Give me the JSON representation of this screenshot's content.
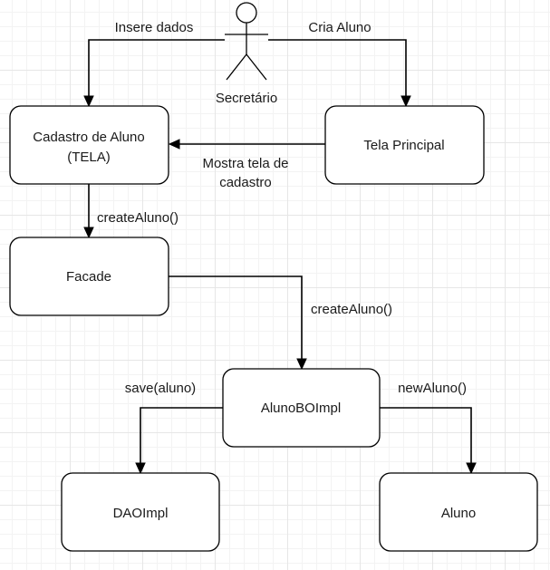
{
  "diagram": {
    "actor": {
      "name": "Secretário"
    },
    "nodes": {
      "cadastro": {
        "line1": "Cadastro de Aluno",
        "line2": "(TELA)"
      },
      "tela_principal": {
        "label": "Tela Principal"
      },
      "facade": {
        "label": "Facade"
      },
      "alunoboimpl": {
        "label": "AlunoBOImpl"
      },
      "daoimpl": {
        "label": "DAOImpl"
      },
      "aluno": {
        "label": "Aluno"
      }
    },
    "edges": {
      "insere_dados": "Insere dados",
      "cria_aluno": "Cria Aluno",
      "mostra_tela_line1": "Mostra tela de",
      "mostra_tela_line2": "cadastro",
      "create_aluno_1": "createAluno()",
      "create_aluno_2": "createAluno()",
      "save_aluno": "save(aluno)",
      "new_aluno": "newAluno()"
    }
  }
}
